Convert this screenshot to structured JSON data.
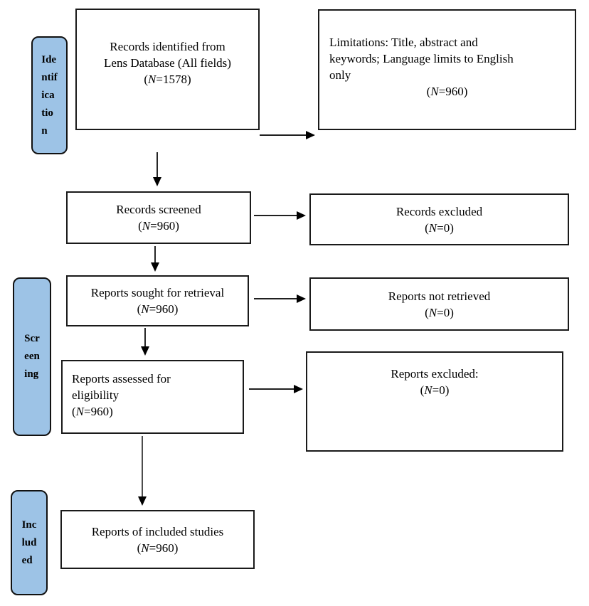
{
  "colors": {
    "stage_fill": "#9DC3E6",
    "box_border": "#1a1a1a",
    "arrow": "#000000"
  },
  "stages": {
    "identification": {
      "label": "Ide\nntif\nica\ntio\nn"
    },
    "screening": {
      "label": "Scr\neen\ning"
    },
    "included": {
      "label": "Inc\nlud\ned"
    }
  },
  "boxes": {
    "identified": {
      "label": "Records identified from\nLens Database (All fields)",
      "n": "(N=1578)"
    },
    "limitations": {
      "label": "Limitations: Title, abstract and\nkeywords; Language limits to English\nonly",
      "n": "(N=960)"
    },
    "screened": {
      "label": "Records screened",
      "n": "(N=960)"
    },
    "records_excluded": {
      "label": "Records excluded",
      "n": "(N=0)"
    },
    "sought": {
      "label": "Reports sought for retrieval",
      "n": "(N=960)"
    },
    "not_retrieved": {
      "label": "Reports not retrieved",
      "n": "(N=0)"
    },
    "assessed": {
      "label": "Reports assessed for\neligibility",
      "n": "(N=960)"
    },
    "reports_excluded": {
      "label": "Reports excluded:",
      "n": "(N=0)"
    },
    "included_studies": {
      "label": "Reports of included studies",
      "n": "(N=960)"
    }
  }
}
